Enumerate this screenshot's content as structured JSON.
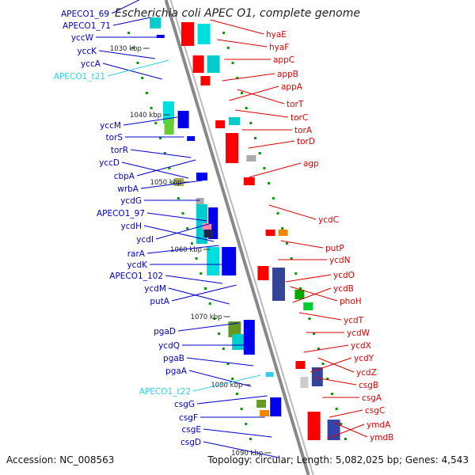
{
  "title": "Escherichia coli APEC O1, complete genome",
  "footer": {
    "accession": "Accession: NC_008563",
    "topology": "Topology: circular; Length: 5,082,025 bp; Genes: 4,543"
  },
  "colors": {
    "left_label": "#0000cc",
    "left_label_rna": "#33ccee",
    "right_label": "#dd0000",
    "backbone": "#888888",
    "tick": "#009900"
  },
  "kbp_ticks": [
    "1030 kbp",
    "1040 kbp",
    "1050 kbp",
    "1060 kbp",
    "1070 kbp",
    "1080 kbp",
    "1090 kbp"
  ],
  "left_labels": [
    {
      "text": "APECO1_69",
      "rna": false
    },
    {
      "text": "APECO1_71",
      "rna": false
    },
    {
      "text": "yccW",
      "rna": false
    },
    {
      "text": "yccK",
      "rna": false
    },
    {
      "text": "yccA",
      "rna": false
    },
    {
      "text": "APECO1_t21",
      "rna": true
    },
    {
      "text": "yccM",
      "rna": false
    },
    {
      "text": "torS",
      "rna": false
    },
    {
      "text": "torR",
      "rna": false
    },
    {
      "text": "yccD",
      "rna": false
    },
    {
      "text": "cbpA",
      "rna": false
    },
    {
      "text": "wrbA",
      "rna": false
    },
    {
      "text": "ycdG",
      "rna": false
    },
    {
      "text": "APECO1_97",
      "rna": false
    },
    {
      "text": "ycdH",
      "rna": false
    },
    {
      "text": "ycdI",
      "rna": false
    },
    {
      "text": "rarA",
      "rna": false
    },
    {
      "text": "ycdK",
      "rna": false
    },
    {
      "text": "APECO1_102",
      "rna": false
    },
    {
      "text": "ycdM",
      "rna": false
    },
    {
      "text": "putA",
      "rna": false
    },
    {
      "text": "pgaD",
      "rna": false
    },
    {
      "text": "ycdQ",
      "rna": false
    },
    {
      "text": "pgaB",
      "rna": false
    },
    {
      "text": "pgaA",
      "rna": false
    },
    {
      "text": "APECO1_t22",
      "rna": true
    },
    {
      "text": "csgG",
      "rna": false
    },
    {
      "text": "csgF",
      "rna": false
    },
    {
      "text": "csgE",
      "rna": false
    },
    {
      "text": "csgD",
      "rna": false
    }
  ],
  "right_labels": [
    {
      "text": "hyaE"
    },
    {
      "text": "hyaF"
    },
    {
      "text": "appC"
    },
    {
      "text": "appB"
    },
    {
      "text": "appA"
    },
    {
      "text": "torT"
    },
    {
      "text": "torC"
    },
    {
      "text": "torA"
    },
    {
      "text": "torD"
    },
    {
      "text": "agp"
    },
    {
      "text": "ycdC"
    },
    {
      "text": "putP"
    },
    {
      "text": "ycdN"
    },
    {
      "text": "ycdO"
    },
    {
      "text": "ycdB"
    },
    {
      "text": "phoH"
    },
    {
      "text": "ycdT"
    },
    {
      "text": "ycdW"
    },
    {
      "text": "ycdX"
    },
    {
      "text": "ycdY"
    },
    {
      "text": "ycdZ"
    },
    {
      "text": "csgB"
    },
    {
      "text": "csgA"
    },
    {
      "text": "csgC"
    },
    {
      "text": "ymdA"
    },
    {
      "text": "ymdB"
    }
  ]
}
